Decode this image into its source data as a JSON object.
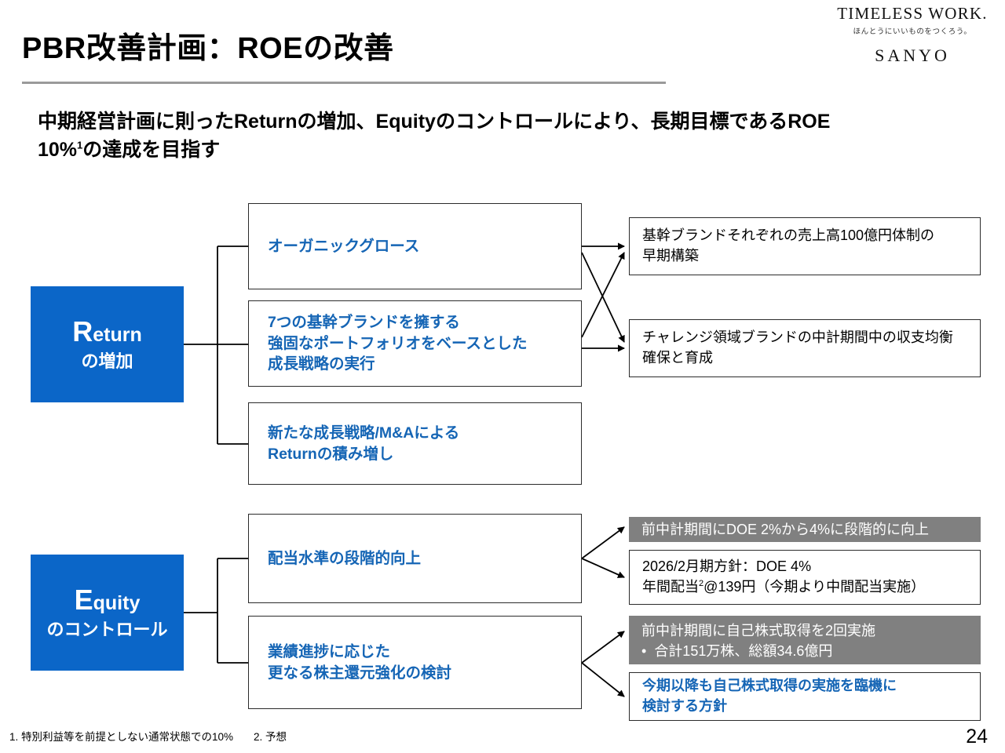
{
  "header": {
    "title": "PBR改善計画：ROEの改善",
    "logo": {
      "main": "TIMELESS WORK.",
      "tagline": "ほんとうにいいものをつくろう。",
      "brand": "SANYO"
    }
  },
  "lead": {
    "line1": "中期経営計画に則ったReturnの増加、Equityのコントロールにより、長期目標であるROE",
    "line2_prefix": "10%",
    "line2_sup": "1",
    "line2_suffix": "の達成を目指す"
  },
  "pillars": {
    "return": {
      "initial": "R",
      "rest": "eturn",
      "sub": "の増加"
    },
    "equity": {
      "initial": "E",
      "rest": "quity",
      "sub": "のコントロール"
    }
  },
  "return_section": {
    "drivers": [
      {
        "text": "オーガニックグロース"
      },
      {
        "line1": "7つの基幹ブランドを擁する",
        "line2": "強固なポートフォリオをベースとした",
        "line3": "成長戦略の実行"
      },
      {
        "line1": "新たな成長戦略/M&Aによる",
        "line2": "Returnの積み増し"
      }
    ],
    "outcomes": [
      {
        "line1": "基幹ブランドそれぞれの売上高100億円体制の",
        "line2": "早期構築"
      },
      {
        "line1": "チャレンジ領域ブランドの中計期間中の収支均衡",
        "line2": "確保と育成"
      }
    ]
  },
  "equity_section": {
    "drivers": [
      {
        "text": "配当水準の段階的向上"
      },
      {
        "line1": "業績進捗に応じた",
        "line2": "更なる株主還元強化の検討"
      }
    ],
    "outcomes": [
      {
        "style": "gray",
        "text": "前中計期間にDOE 2%から4%に段階的に向上"
      },
      {
        "style": "white",
        "line1": "2026/2月期方針：DOE 4%",
        "line2_prefix": "年間配当",
        "line2_sup": "2",
        "line2_suffix": "@139円（今期より中間配当実施）"
      },
      {
        "style": "gray",
        "line1": "前中計期間に自己株式取得を2回実施",
        "bullet": "•",
        "line2": "合計151万株、総額34.6億円"
      },
      {
        "style": "blue",
        "line1": "今期以降も自己株式取得の実施を臨機に",
        "line2": "検討する方針"
      }
    ]
  },
  "footer": {
    "footnote1": "1. 特別利益等を前提としない通常状態での10%",
    "footnote2": "2. 予想",
    "page_number": "24"
  },
  "colors": {
    "accent_blue": "#0B66C8",
    "text_blue": "#1565b5",
    "gray_bar": "#808080",
    "rule": "#9a9a9a"
  }
}
